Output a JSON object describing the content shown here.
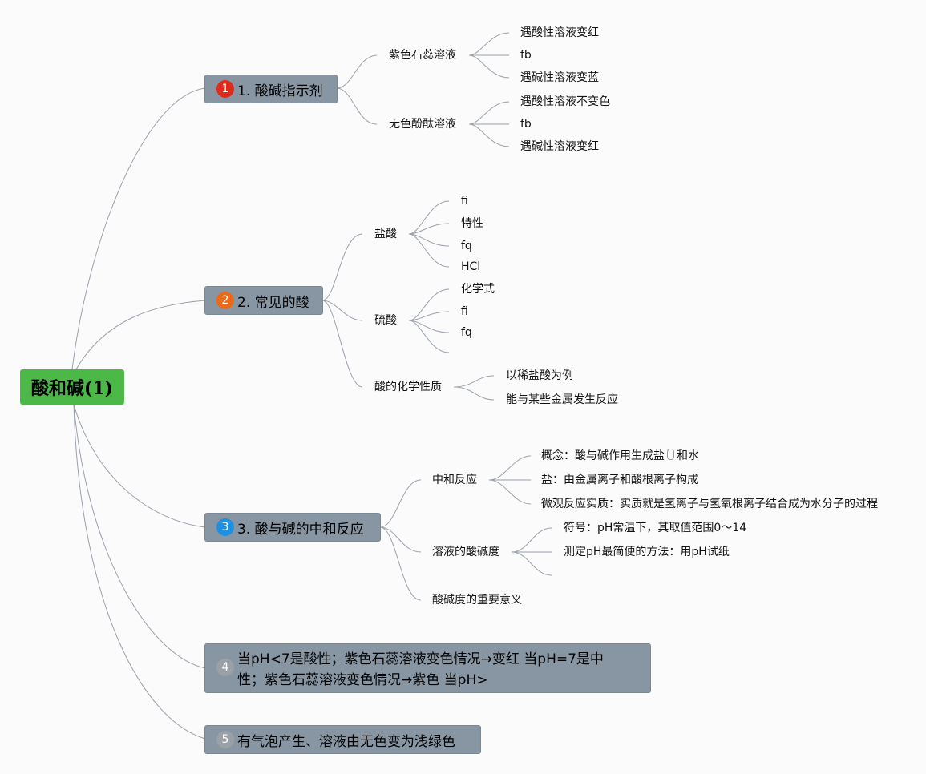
{
  "root": {
    "title": "酸和碱(1)"
  },
  "topics": [
    {
      "number": "1",
      "label": "1. 酸碱指示剂",
      "badge_color": "#e02a1c"
    },
    {
      "number": "2",
      "label": "2. 常见的酸",
      "badge_color": "#ea6a1a"
    },
    {
      "number": "3",
      "label": "3. 酸与碱的中和反应",
      "badge_color": "#1f8fe0"
    },
    {
      "number": "4",
      "label": "当pH<7是酸性；紫色石蕊溶液变色情况→变红 当pH=7是中性；紫色石蕊溶液变色情况→紫色 当pH>",
      "badge_color": "#9aa0a6"
    },
    {
      "number": "5",
      "label": "有气泡产生、溶液由无色变为浅绿色",
      "badge_color": "#9aa0a6"
    }
  ],
  "t1": {
    "litmus": {
      "label": "紫色石蕊溶液",
      "leaves": [
        "遇酸性溶液变红",
        "fb",
        "遇碱性溶液变蓝"
      ]
    },
    "phenol": {
      "label": "无色酚酞溶液",
      "leaves": [
        "遇酸性溶液不变色",
        "fb",
        "遇碱性溶液变红"
      ]
    }
  },
  "t2": {
    "hcl": {
      "label": "盐酸",
      "leaves": [
        "fi",
        "特性",
        "fq",
        "HCl"
      ]
    },
    "h2so4": {
      "label": "硫酸",
      "leaves": [
        "化学式",
        "fi",
        "fq",
        ""
      ]
    },
    "props": {
      "label": "酸的化学性质",
      "leaves": [
        "以稀盐酸为例",
        "能与某些金属发生反应"
      ]
    }
  },
  "t3": {
    "neutral": {
      "label": "中和反应",
      "leaves": [
        "概念：酸与碱作用生成盐",
        "和水",
        "盐：由金属离子和酸根离子构成",
        "微观反应实质：实质就是氢离子与氢氧根离子结合成为水分子的过程"
      ]
    },
    "acidity": {
      "label": "溶液的酸碱度",
      "leaves": [
        "符号：pH常温下，其取值范围0～14",
        "测定pH最简便的方法：用pH试纸",
        ""
      ]
    },
    "importance": {
      "label": "酸碱度的重要意义"
    }
  }
}
